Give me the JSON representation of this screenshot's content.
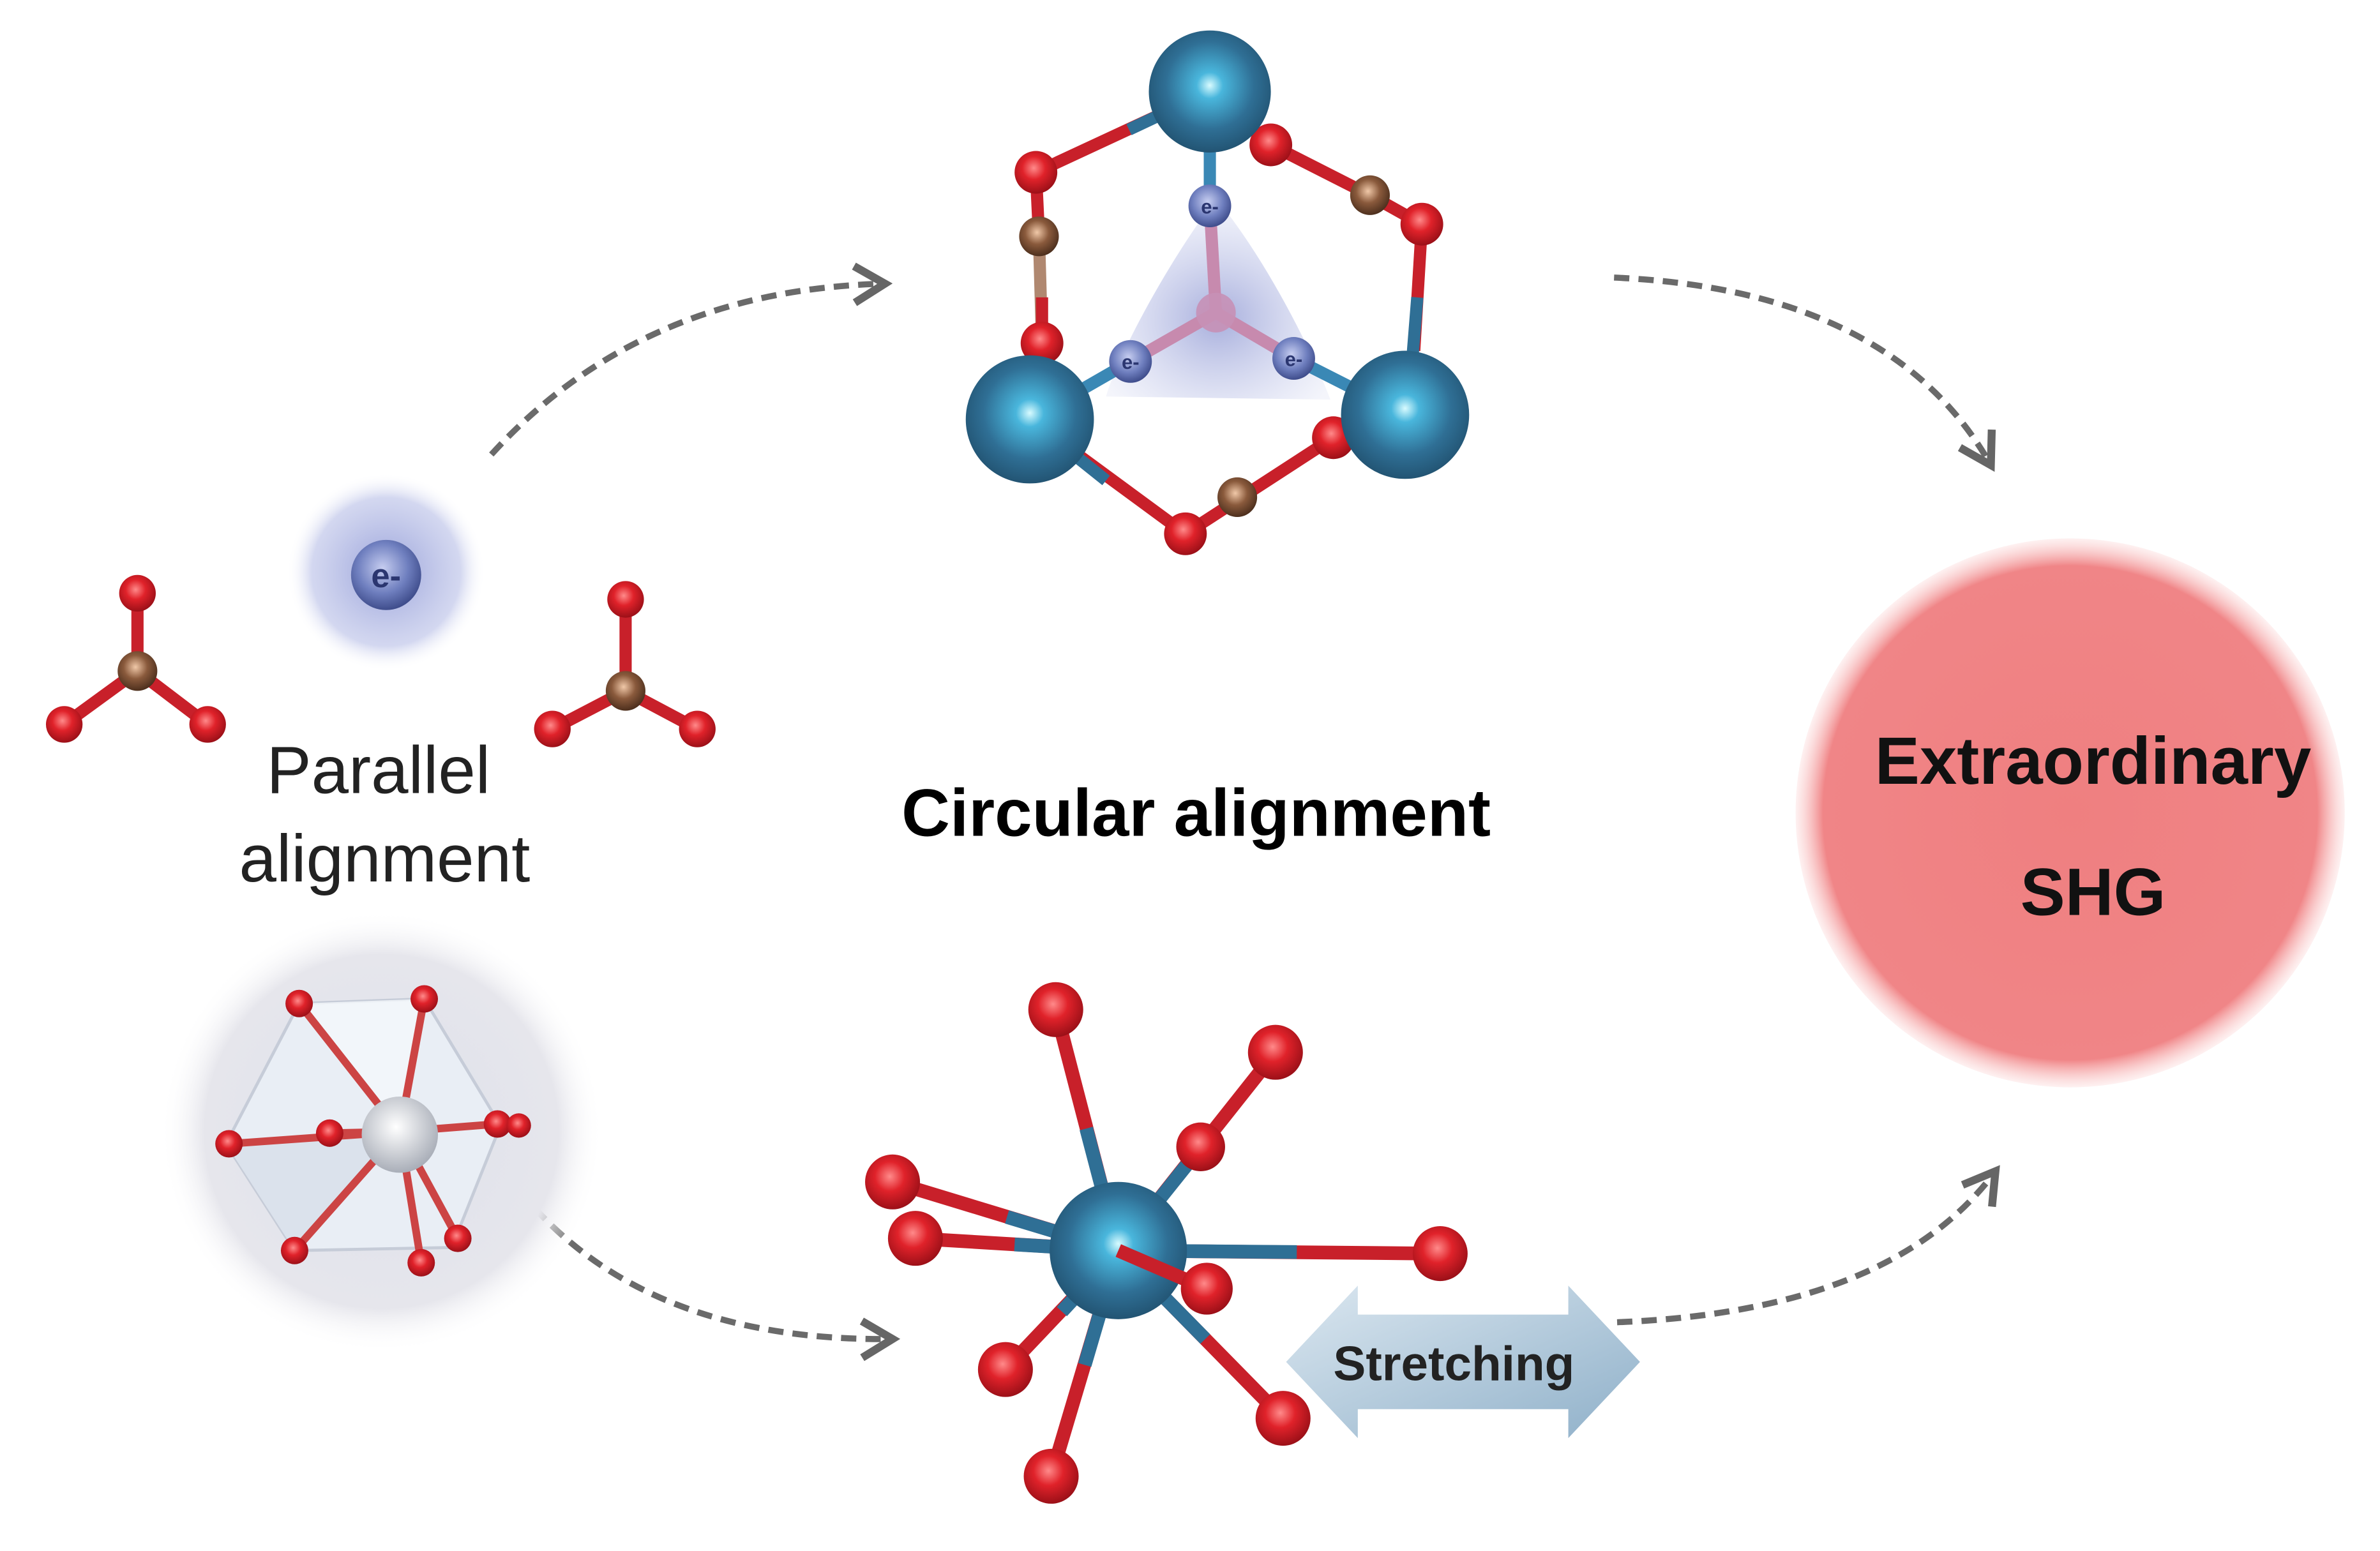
{
  "labels": {
    "parallel_line1": "Parallel",
    "parallel_line2": "alignment",
    "circular": "Circular alignment",
    "result_line1": "Extraordinary",
    "result_line2": "SHG",
    "stretching": "Stretching"
  },
  "electron_label": "e-",
  "colors": {
    "lead_atom": "#2f6f95",
    "oxygen_atom": "#d8202a",
    "carbon_atom": "#8a5a3c",
    "electron_glow": "#8e98d6",
    "shg_circle": "#ef7f80",
    "arrow": "#666666",
    "stretch_arrow": "#a9c3d8"
  }
}
